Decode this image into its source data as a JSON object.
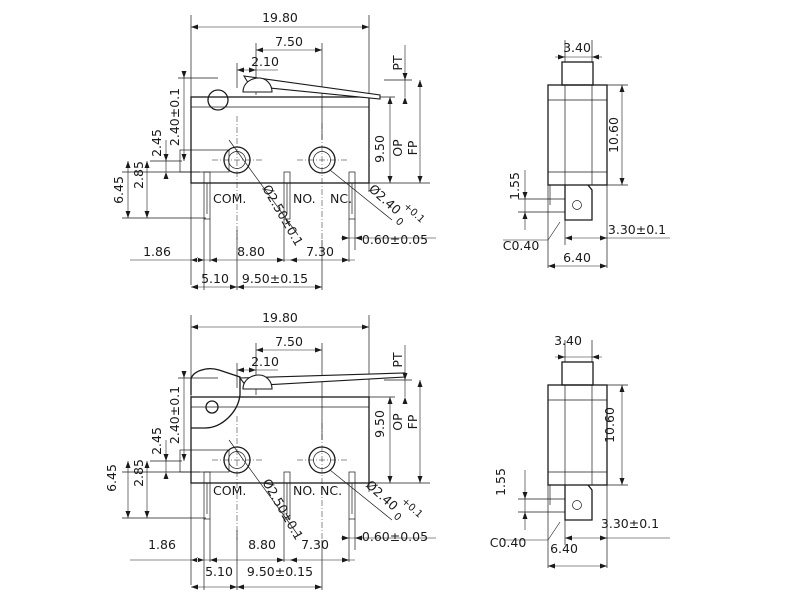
{
  "drawings": [
    {
      "id": "roller",
      "front_view": {
        "width": "19.80",
        "actuator_ref": "7.50",
        "actuator_pos": "2.10",
        "pt": "PT",
        "op": "OP",
        "fp": "FP",
        "op_height": "9.50",
        "lever_top": "2.40±0.1",
        "hole_offset": "2.45",
        "hole_to_bottom": "2.85",
        "term_length": "6.45",
        "terminal_com": "COM.",
        "terminal_no": "NO.",
        "terminal_nc": "NC.",
        "hole_dia_com": "Ø2.50±0.1",
        "hole_dia_no": "Ø2.40",
        "hole_tol_upper": "+0.1",
        "hole_tol_lower": "0",
        "left_margin": "1.86",
        "term_spacing": "8.80",
        "nc_spacing": "7.30",
        "term_thickness": "0.60±0.05",
        "com_offset": "5.10",
        "hole_spacing": "9.50±0.15"
      },
      "side_view": {
        "top_width": "3.40",
        "height": "10.60",
        "term_height": "1.55",
        "chamfer": "C0.40",
        "term_width": "3.30±0.1",
        "base_width": "6.40"
      }
    },
    {
      "id": "hinge",
      "front_view": {
        "width": "19.80",
        "actuator_ref": "7.50",
        "actuator_pos": "2.10",
        "pt": "PT",
        "op": "OP",
        "fp": "FP",
        "op_height": "9.50",
        "lever_top": "2.40±0.1",
        "hole_offset": "2.45",
        "hole_to_bottom": "2.85",
        "term_length": "6.45",
        "terminal_com": "COM.",
        "terminal_no": "NO.",
        "terminal_nc": "NC.",
        "hole_dia_com": "Ø2.50±0.1",
        "hole_dia_no": "Ø2.40",
        "hole_tol_upper": "+0.1",
        "hole_tol_lower": "0",
        "left_margin": "1.86",
        "term_spacing": "8.80",
        "nc_spacing": "7.30",
        "term_thickness": "0.60±0.05",
        "com_offset": "5.10",
        "hole_spacing": "9.50±0.15"
      },
      "side_view": {
        "top_width": "3.40",
        "height": "10.60",
        "term_height": "1.55",
        "chamfer": "C0.40",
        "term_width": "3.30±0.1",
        "base_width": "6.40"
      }
    }
  ]
}
